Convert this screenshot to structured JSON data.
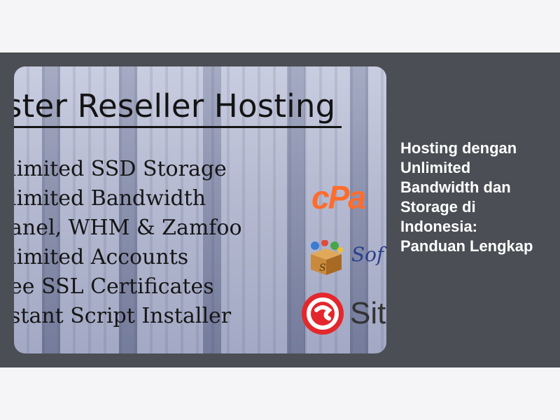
{
  "thumbnail": {
    "heading": "ster Reseller Hosting",
    "features": [
      "limited SSD Storage",
      "limited Bandwidth",
      "anel, WHM & Zamfoo",
      "limited Accounts",
      "ee SSL Certificates",
      "stant Script Installer"
    ],
    "logos": {
      "cpanel": "cPa",
      "softaculous": "Sof",
      "sitepad": "Sit"
    }
  },
  "article": {
    "title": "Hosting dengan Unlimited Bandwidth dan Storage di Indonesia: Panduan Lengkap"
  },
  "colors": {
    "page_bg": "#f5f5f7",
    "band_bg": "#4b4e54",
    "title_text": "#ffffff",
    "cpanel_orange": "#ff6c2c",
    "sitepad_red": "#e3272d"
  }
}
